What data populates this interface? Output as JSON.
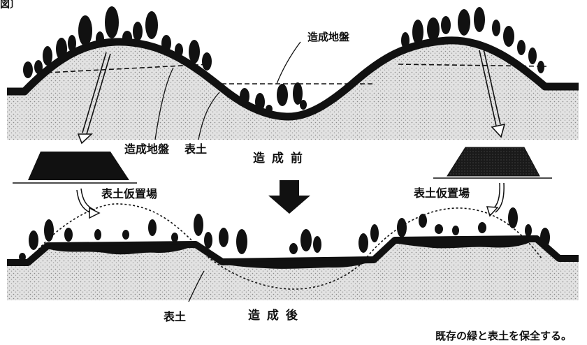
{
  "labels": {
    "corner": "図〕",
    "ground_top": "造成地盤",
    "ground_bottom": "造成地盤",
    "topsoil_before": "表土",
    "before": "造 成 前",
    "storage_left": "表土仮置場",
    "storage_right": "表土仮置場",
    "topsoil_after": "表土",
    "after": "造 成 後",
    "caption": "既存の緑と表土を保全する。"
  },
  "colors": {
    "ink": "#111111",
    "soil": "#d6d6d6",
    "background": "#ffffff"
  }
}
